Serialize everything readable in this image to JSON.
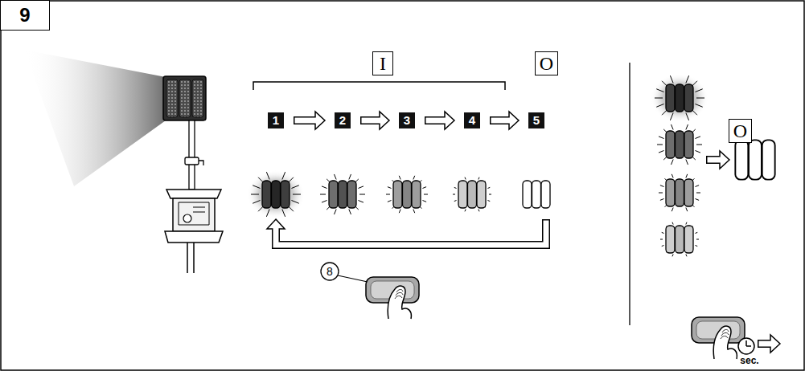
{
  "diagram": {
    "nodes": [
      {
        "text": [
          "9"
        ]
      },
      {
        "text": [
          "I"
        ]
      },
      {
        "text": [
          "O"
        ]
      },
      {
        "text": [
          "1"
        ]
      },
      {
        "text": [
          "2"
        ]
      },
      {
        "text": [
          "3"
        ]
      },
      {
        "text": [
          "4"
        ]
      },
      {
        "text": [
          "5"
        ]
      },
      {
        "text": [
          "O"
        ]
      }
    ],
    "edges": [
      {
        "from": 3,
        "to": 4,
        "arrow": "to"
      },
      {
        "from": 4,
        "to": 5,
        "arrow": "to"
      },
      {
        "from": 5,
        "to": 6,
        "arrow": "to"
      },
      {
        "from": 6,
        "to": 7,
        "arrow": "to"
      },
      {
        "from": 7,
        "to": 3,
        "arrow": "to"
      }
    ],
    "labels": [
      "8",
      "sec."
    ]
  }
}
